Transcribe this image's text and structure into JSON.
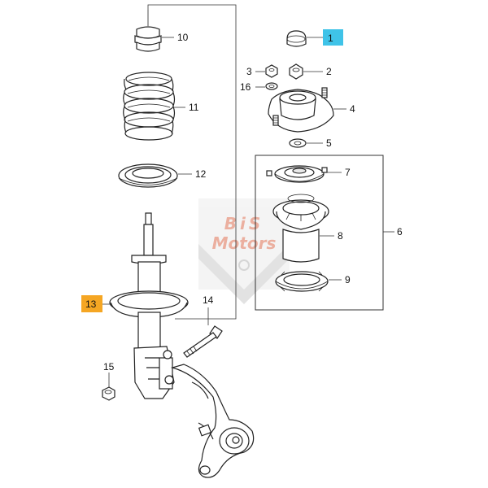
{
  "watermark": {
    "brand_top": "BiS",
    "brand_bottom": "Motors",
    "color_red": "#e8a28f",
    "color_gray": "#cfcfcf"
  },
  "highlight_colors": {
    "cyan": "#3fc3e8",
    "orange": "#f5a623"
  },
  "parts": [
    {
      "id": "1",
      "label": "1",
      "highlight": "cyan"
    },
    {
      "id": "2",
      "label": "2"
    },
    {
      "id": "3",
      "label": "3"
    },
    {
      "id": "4",
      "label": "4"
    },
    {
      "id": "5",
      "label": "5"
    },
    {
      "id": "6",
      "label": "6"
    },
    {
      "id": "7",
      "label": "7"
    },
    {
      "id": "8",
      "label": "8"
    },
    {
      "id": "9",
      "label": "9"
    },
    {
      "id": "10",
      "label": "10"
    },
    {
      "id": "11",
      "label": "11"
    },
    {
      "id": "12",
      "label": "12"
    },
    {
      "id": "13",
      "label": "13",
      "highlight": "orange"
    },
    {
      "id": "14",
      "label": "14"
    },
    {
      "id": "15",
      "label": "15"
    },
    {
      "id": "16",
      "label": "16"
    }
  ]
}
